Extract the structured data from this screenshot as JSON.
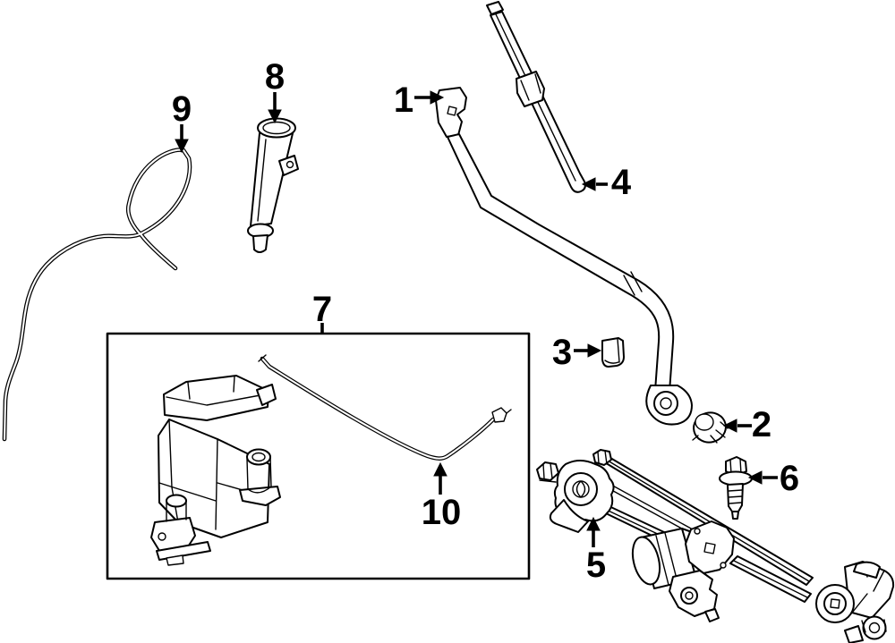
{
  "diagram": {
    "figure_type": "exploded-parts-diagram",
    "subject": "windshield-wiper-and-washer-components",
    "background_color": "#ffffff",
    "line_color": "#000000",
    "callouts": [
      {
        "number": "1",
        "part": "wiper-arm"
      },
      {
        "number": "2",
        "part": "pivot-grommet-cap"
      },
      {
        "number": "3",
        "part": "wiper-arm-cap"
      },
      {
        "number": "4",
        "part": "wiper-blade"
      },
      {
        "number": "5",
        "part": "wiper-linkage-and-motor-assembly"
      },
      {
        "number": "6",
        "part": "linkage-mounting-bolt"
      },
      {
        "number": "7",
        "part": "washer-reservoir-assembly"
      },
      {
        "number": "8",
        "part": "reservoir-filler-neck"
      },
      {
        "number": "9",
        "part": "washer-hose"
      },
      {
        "number": "10",
        "part": "washer-pump-hose"
      }
    ]
  }
}
